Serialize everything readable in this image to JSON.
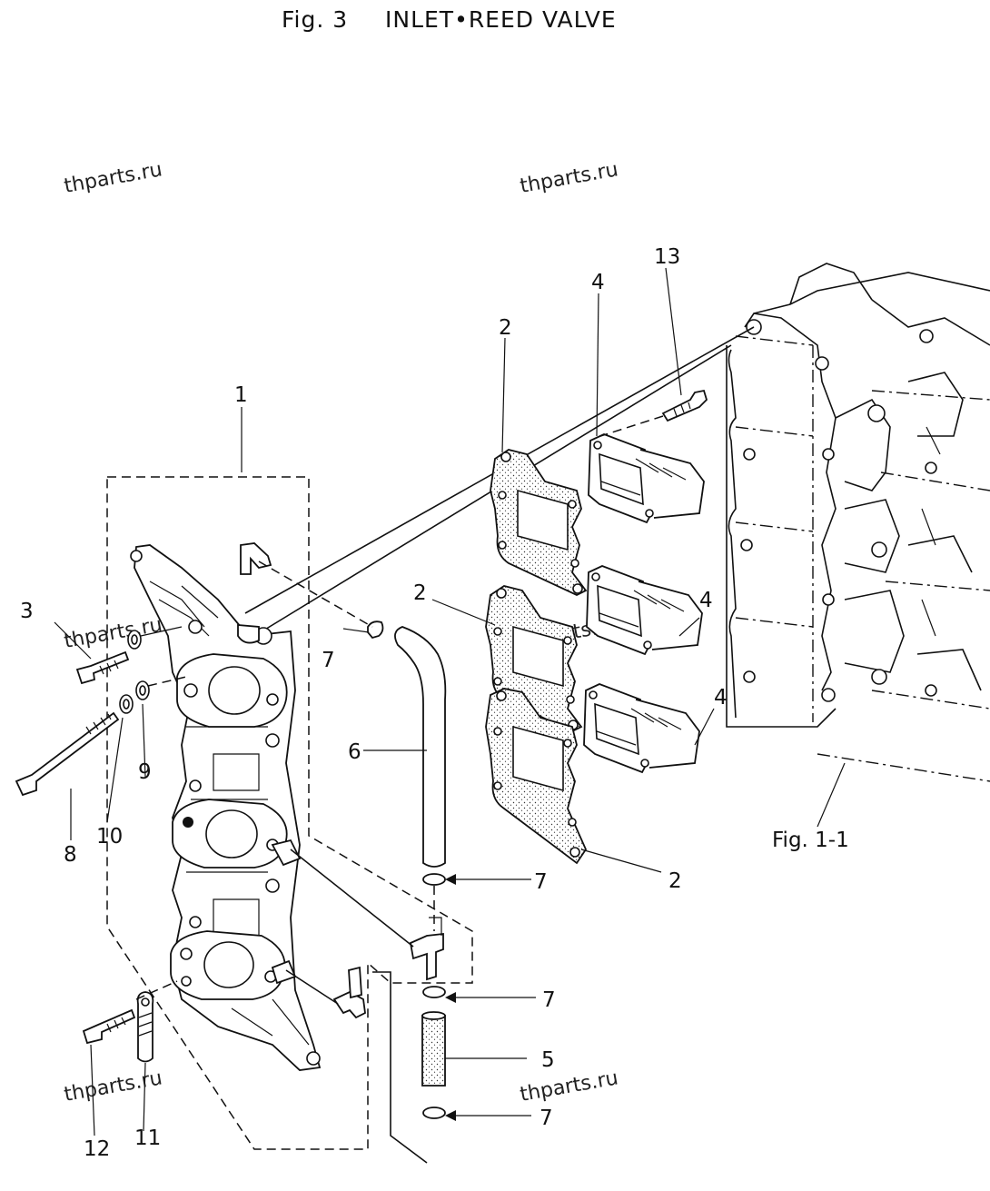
{
  "title": {
    "fig": "Fig. 3",
    "name": "INLET•REED VALVE"
  },
  "watermark": "thparts.ru",
  "callouts": {
    "c1": "1",
    "c2a": "2",
    "c2b": "2",
    "c2c": "2",
    "c3": "3",
    "c4a": "4",
    "c4b": "4",
    "c4c": "4",
    "c5": "5",
    "c6": "6",
    "c7a": "7",
    "c7b": "7",
    "c7c": "7",
    "c7d": "7",
    "c8": "8",
    "c9": "9",
    "c10": "10",
    "c11": "11",
    "c12": "12",
    "c13": "13"
  },
  "reference": "Fig. 1-1"
}
